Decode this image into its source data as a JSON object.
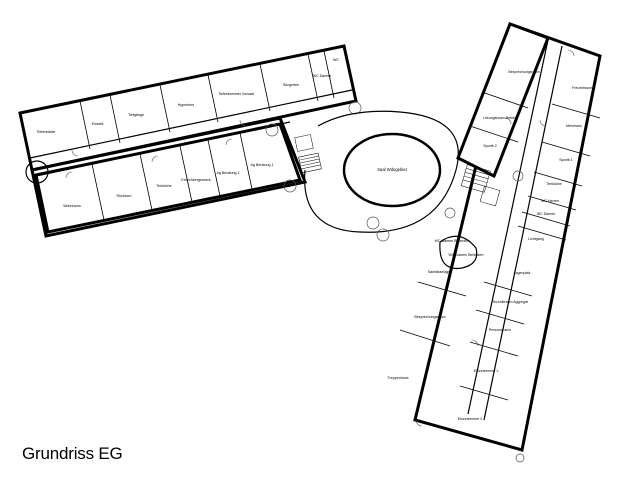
{
  "caption": "Grundriss EG",
  "hall": {
    "label": "Saal Wdogebiet"
  },
  "west_wing": {
    "north_rooms": [
      {
        "label": "Tiefenbäder"
      },
      {
        "label": "Einstell-"
      },
      {
        "label": "Tiefgänge"
      },
      {
        "label": "Hypertone"
      },
      {
        "label": "Tiefenkammer Vorsaal"
      },
      {
        "label": "Sitzgerten"
      }
    ],
    "north_small": [
      {
        "label": "WC Damen"
      },
      {
        "label": "WC"
      }
    ],
    "south_rooms": [
      {
        "label": "Wohnraum"
      },
      {
        "label": "Rücktuch"
      },
      {
        "label": "Teeküche"
      },
      {
        "label": "Erreichbergerwerk"
      },
      {
        "label": "Ag Beratung 2"
      },
      {
        "label": "Ag Beratung 1"
      }
    ]
  },
  "east_wing": {
    "upper_west_rooms": [
      {
        "label": "Besprechungsraum"
      },
      {
        "label": "Lösungsraum Betrieb"
      },
      {
        "label": "Sportb 2"
      }
    ],
    "upper_east_rooms": [
      {
        "label": "Freizeitraum"
      },
      {
        "label": "Mehrhaus"
      },
      {
        "label": "Sportb 1"
      },
      {
        "label": "Teeküche"
      },
      {
        "label": "WC Herren"
      },
      {
        "label": "WC Damen"
      },
      {
        "label": "Lichtgang"
      }
    ],
    "middle_small": [
      {
        "label": "WC Damen Behindert"
      },
      {
        "label": "WC Damen Behindert"
      }
    ],
    "lower_west_rooms": [
      {
        "label": "Sanitäranlagen"
      },
      {
        "label": "Besprechungsraum"
      },
      {
        "label": "Treppenhaus"
      }
    ],
    "lower_east_rooms": [
      {
        "label": "Lagerplatz"
      },
      {
        "label": "Technikraum Aggregat"
      },
      {
        "label": "Personalraum"
      },
      {
        "label": "Einzelzimmer 1"
      },
      {
        "label": "Einzelzimmer 2"
      }
    ]
  }
}
